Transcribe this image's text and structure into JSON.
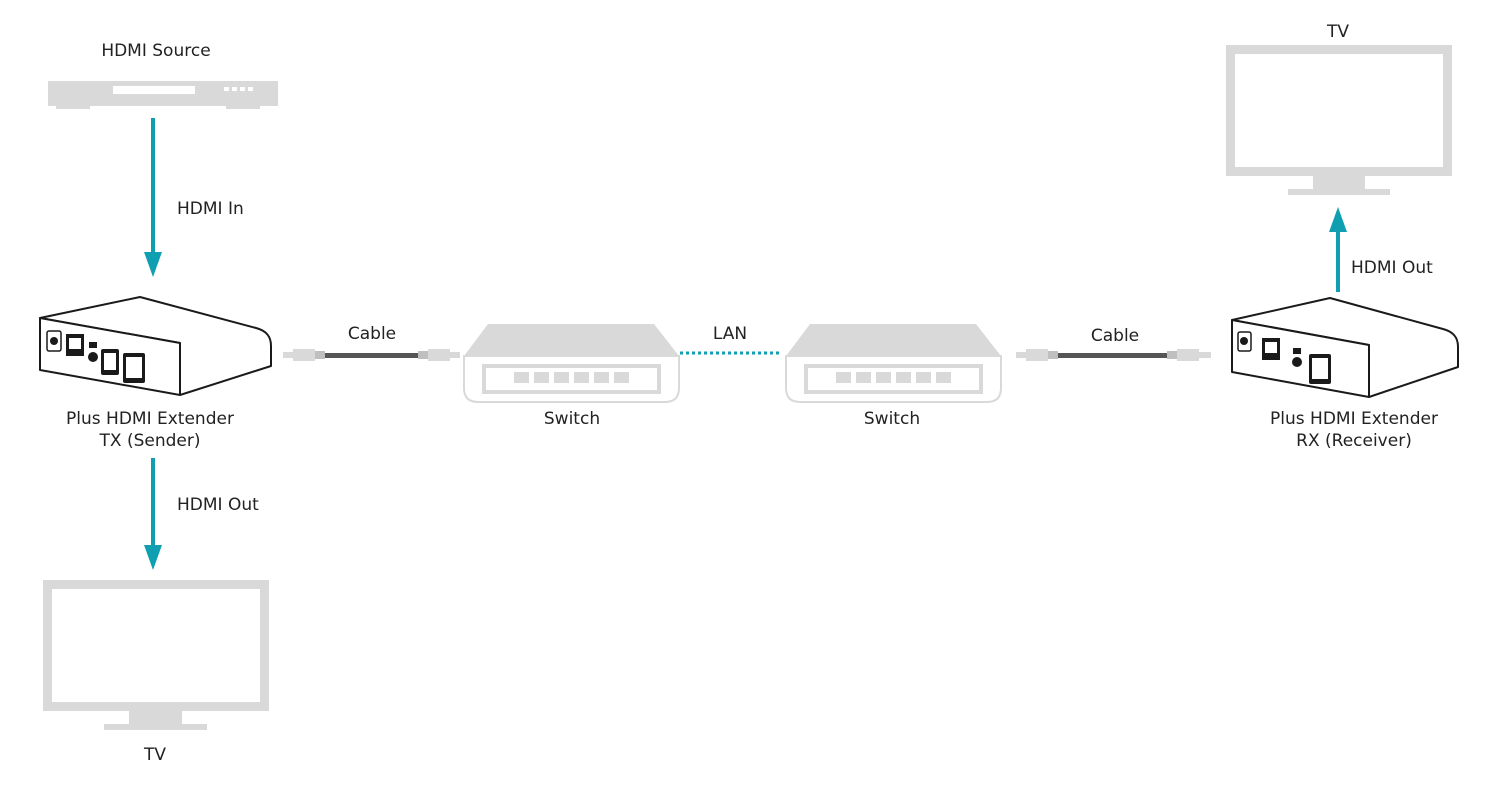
{
  "labels": {
    "hdmi_source": "HDMI Source",
    "hdmi_in": "HDMI In",
    "tx_line1": "Plus HDMI Extender",
    "tx_line2": "TX (Sender)",
    "hdmi_out_left": "HDMI Out",
    "tv_left": "TV",
    "cable_left": "Cable",
    "switch_left": "Switch",
    "lan": "LAN",
    "switch_right": "Switch",
    "cable_right": "Cable",
    "rx_line1": "Plus HDMI Extender",
    "rx_line2": "RX (Receiver)",
    "hdmi_out_right": "HDMI Out",
    "tv_right": "TV"
  },
  "colors": {
    "arrow": "#0f9fb0",
    "device_gray": "#d9d9d9",
    "outline": "#1a1a1a",
    "cable": "#555555"
  }
}
